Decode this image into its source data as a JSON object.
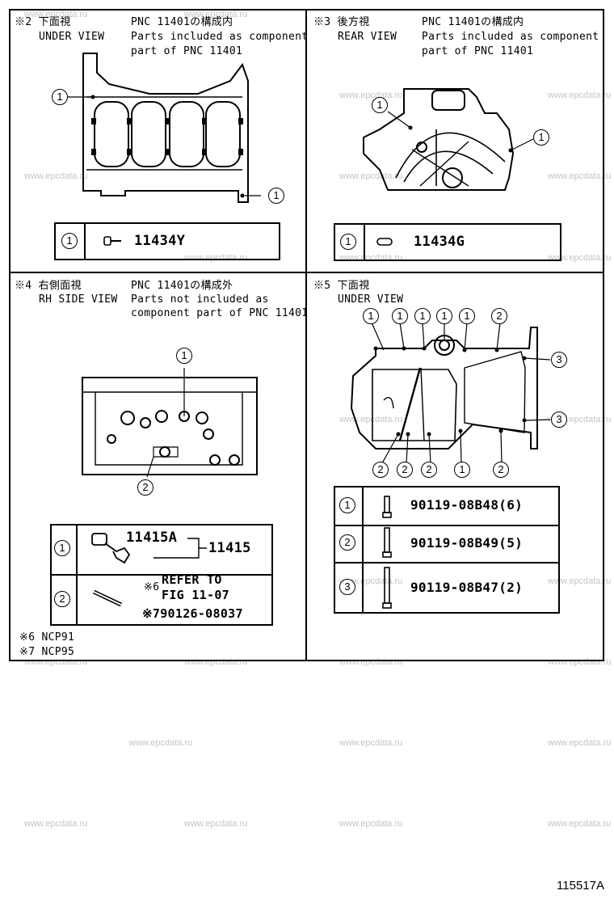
{
  "watermark": "www.epcdata.ru",
  "figure_number": "115517A",
  "panels": {
    "p2": {
      "tag": "※2 下面視",
      "view": "UNDER VIEW",
      "pnc_line": "PNC 11401の構成内",
      "desc1": "Parts included as component",
      "desc2": "part of PNC 11401",
      "callouts": [
        "1",
        "1"
      ],
      "table": {
        "num": "1",
        "part": "11434Y"
      }
    },
    "p3": {
      "tag": "※3 後方視",
      "view": "REAR VIEW",
      "pnc_line": "PNC 11401の構成内",
      "desc1": "Parts included as component",
      "desc2": "part of PNC 11401",
      "callouts": [
        "1",
        "1"
      ],
      "table": {
        "num": "1",
        "part": "11434G"
      }
    },
    "p4": {
      "tag": "※4 右側面視",
      "view": "RH SIDE VIEW",
      "pnc_line": "PNC 11401の構成外",
      "desc1": "Parts not included as",
      "desc2": "component part of PNC 11401",
      "callouts": [
        "1",
        "2"
      ],
      "table": {
        "row1": {
          "num": "1",
          "part_a": "11415A",
          "part_b": "11415"
        },
        "row2": {
          "num": "2",
          "ref_note": "※6",
          "ref1": "REFER TO",
          "ref2": "FIG 11-07",
          "alt": "※790126-08037"
        }
      }
    },
    "p5": {
      "tag": "※5 下面視",
      "view": "UNDER VIEW",
      "callouts_top": [
        "1",
        "1",
        "1",
        "1",
        "1",
        "2"
      ],
      "callouts_right": [
        "3",
        "3"
      ],
      "callouts_bottom": [
        "2",
        "2",
        "2",
        "1",
        "2"
      ],
      "table": [
        {
          "num": "1",
          "part": "90119-08B48(6)"
        },
        {
          "num": "2",
          "part": "90119-08B49(5)"
        },
        {
          "num": "3",
          "part": "90119-08B47(2)"
        }
      ]
    }
  },
  "notes": [
    "※6 NCP91",
    "※7 NCP95"
  ]
}
